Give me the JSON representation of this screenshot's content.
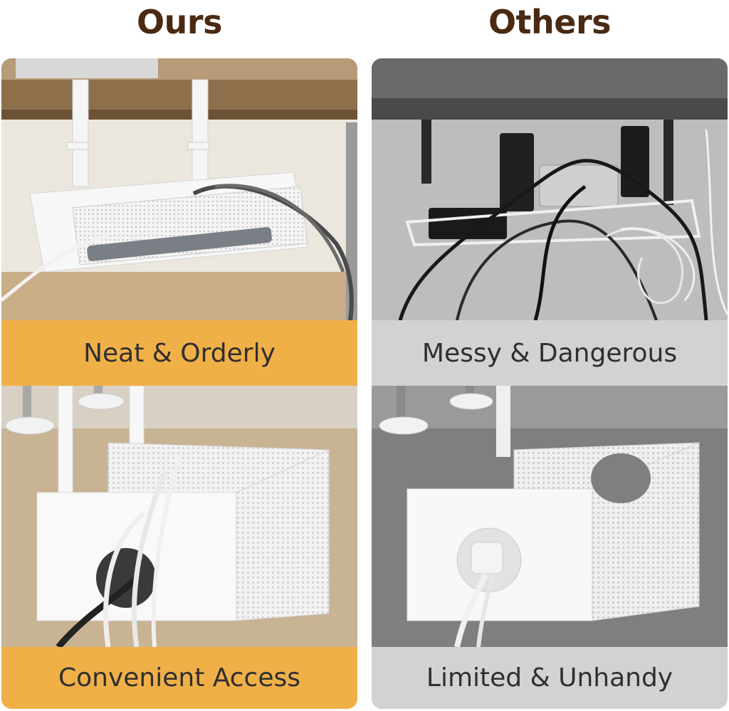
{
  "columns": [
    {
      "heading": "Ours",
      "panel_color": "#f0b048",
      "top_caption": "Neat & Orderly",
      "bottom_caption": "Convenient Access"
    },
    {
      "heading": "Others",
      "panel_color": "#d2d2d2",
      "top_caption": "Messy & Dangerous",
      "bottom_caption": "Limited & Unhandy"
    }
  ],
  "colors": {
    "heading_text": "#4a2a12",
    "caption_text": "#2f2f2f"
  }
}
